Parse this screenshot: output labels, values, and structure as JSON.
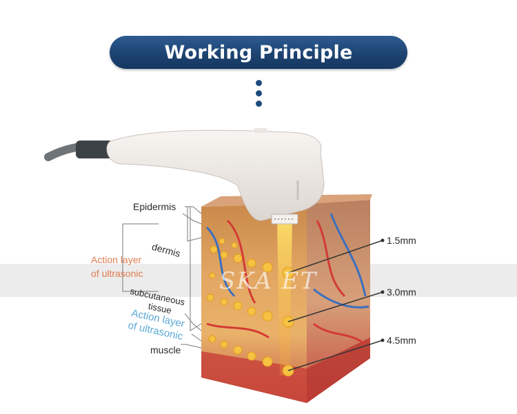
{
  "header": {
    "title": "Working Principle"
  },
  "labels": {
    "epidermis": "Epidermis",
    "dermis": "dermis",
    "action_layer_1_line1": "Action layer",
    "action_layer_1_line2": "of ultrasonic",
    "subcutaneous_line1": "subcutaneous",
    "subcutaneous_line2": "tissue",
    "action_layer_2_line1": "Action layer",
    "action_layer_2_line2": "of ultrasonic",
    "muscle": "muscle"
  },
  "depths": [
    "1.5mm",
    "3.0mm",
    "4.5mm"
  ],
  "watermark": "SKA ET",
  "colors": {
    "title_bg": "#1c426f",
    "orange_label": "#e07a4f",
    "blue_label": "#5aa9d6",
    "focus_dot": "#f5c242"
  },
  "icons": {
    "connector": "three-dots-vertical",
    "device": "ultrasound-handpiece"
  }
}
